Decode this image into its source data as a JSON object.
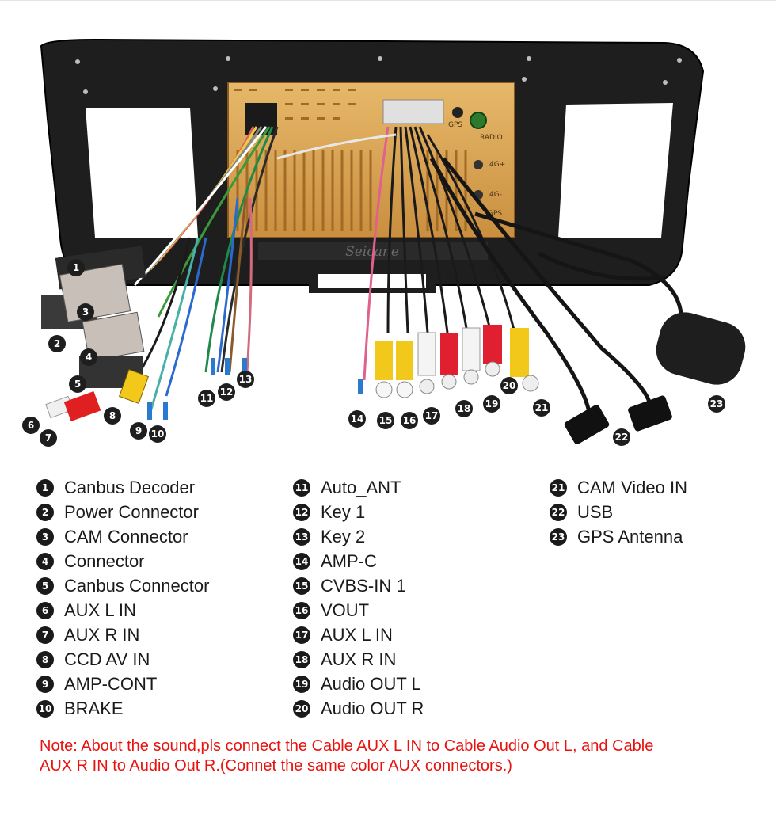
{
  "figure": {
    "watermark": "Seicane",
    "port_labels": {
      "gps": "GPS",
      "radio": "RADIO",
      "fourg_plus": "4G+",
      "fourg_minus": "4G-",
      "gps2": "GPS"
    },
    "callouts": [
      "1",
      "2",
      "3",
      "4",
      "5",
      "6",
      "7",
      "8",
      "9",
      "10",
      "11",
      "12",
      "13",
      "14",
      "15",
      "16",
      "17",
      "18",
      "19",
      "20",
      "21",
      "22",
      "23"
    ]
  },
  "legend": {
    "col1": [
      {
        "num": "1",
        "label": "Canbus Decoder"
      },
      {
        "num": "2",
        "label": "Power Connector"
      },
      {
        "num": "3",
        "label": "CAM Connector"
      },
      {
        "num": "4",
        "label": "Connector"
      },
      {
        "num": "5",
        "label": "Canbus Connector"
      },
      {
        "num": "6",
        "label": "AUX L IN"
      },
      {
        "num": "7",
        "label": "AUX R IN"
      },
      {
        "num": "8",
        "label": "CCD AV IN"
      },
      {
        "num": "9",
        "label": "AMP-CONT"
      },
      {
        "num": "10",
        "label": "BRAKE"
      }
    ],
    "col2": [
      {
        "num": "11",
        "label": "Auto_ANT"
      },
      {
        "num": "12",
        "label": "Key 1"
      },
      {
        "num": "13",
        "label": "Key 2"
      },
      {
        "num": "14",
        "label": "AMP-C"
      },
      {
        "num": "15",
        "label": "CVBS-IN 1"
      },
      {
        "num": "16",
        "label": "VOUT"
      },
      {
        "num": "17",
        "label": "AUX L IN"
      },
      {
        "num": "18",
        "label": "AUX R IN"
      },
      {
        "num": "19",
        "label": "Audio OUT L"
      },
      {
        "num": "20",
        "label": "Audio OUT R"
      }
    ],
    "col3": [
      {
        "num": "21",
        "label": "CAM Video IN"
      },
      {
        "num": "22",
        "label": "USB"
      },
      {
        "num": "23",
        "label": "GPS Antenna"
      }
    ]
  },
  "note": {
    "line1": "Note: About the sound,pls connect the Cable AUX L IN to Cable Audio Out L, and Cable",
    "line2": "AUX R IN to  Audio Out R.(Connet the same color AUX connectors.)"
  }
}
